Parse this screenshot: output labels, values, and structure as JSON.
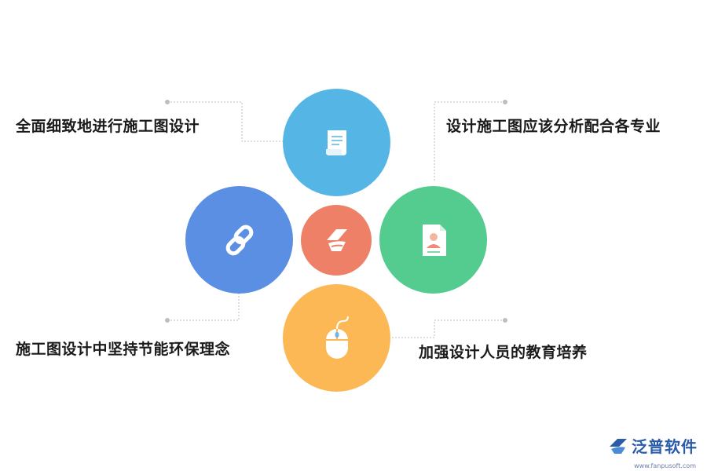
{
  "labels": {
    "top_left": "全面细致地进行施工图设计",
    "top_right": "设计施工图应该分析配合各专业",
    "bottom_left": "施工图设计中坚持节能环保理念",
    "bottom_right": "加强设计人员的教育培养"
  },
  "circles": {
    "top": {
      "icon": "document-scroll-icon",
      "color": "#55b6e6"
    },
    "left": {
      "icon": "chain-link-icon",
      "color": "#5b8fe3"
    },
    "center": {
      "icon": "brand-logo-icon",
      "color": "#ee8068"
    },
    "right": {
      "icon": "profile-card-icon",
      "color": "#55cc8f"
    },
    "bottom": {
      "icon": "mouse-icon",
      "color": "#fbb855"
    }
  },
  "watermark": {
    "name": "泛普软件",
    "url": "www.fanpusoft.com"
  }
}
